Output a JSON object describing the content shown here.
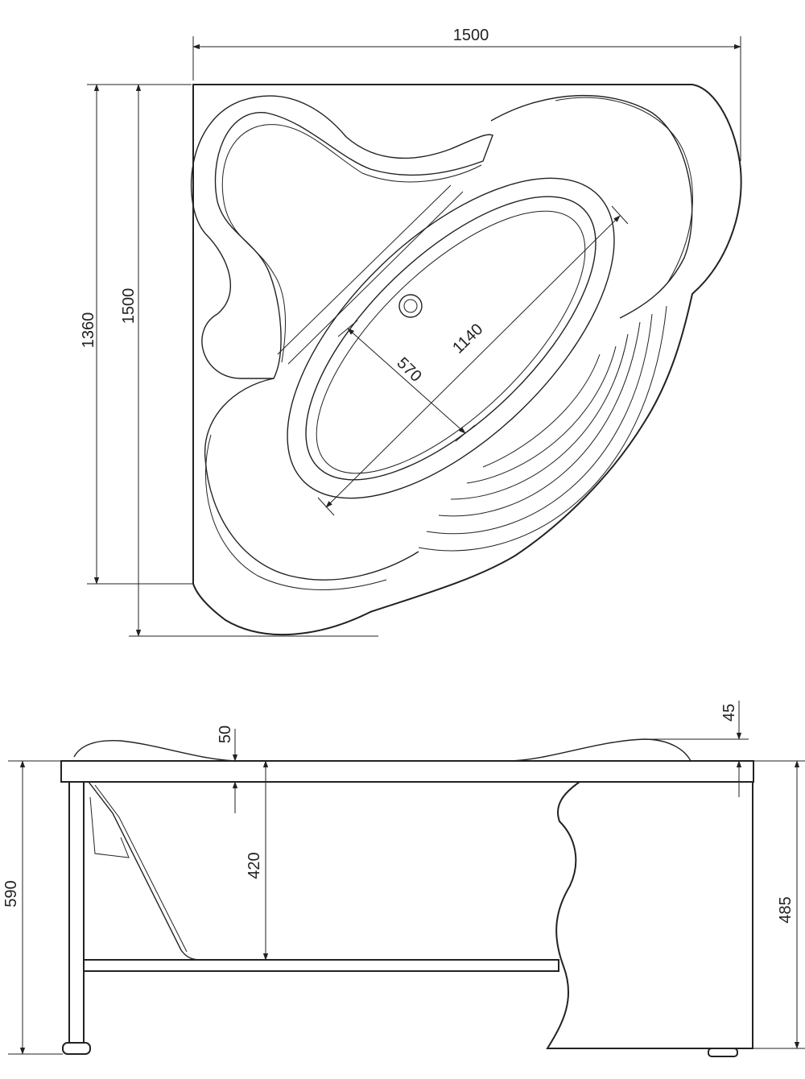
{
  "top_view": {
    "width_label": "1500",
    "depth_label_inner": "1360",
    "depth_label_outer": "1500",
    "basin_length_label": "1140",
    "basin_width_label": "570"
  },
  "side_view": {
    "rim_drop_left": "50",
    "rim_drop_right": "45",
    "total_height": "590",
    "basin_depth": "420",
    "panel_height": "485"
  },
  "colors": {
    "line": "#222222",
    "background": "#ffffff"
  }
}
